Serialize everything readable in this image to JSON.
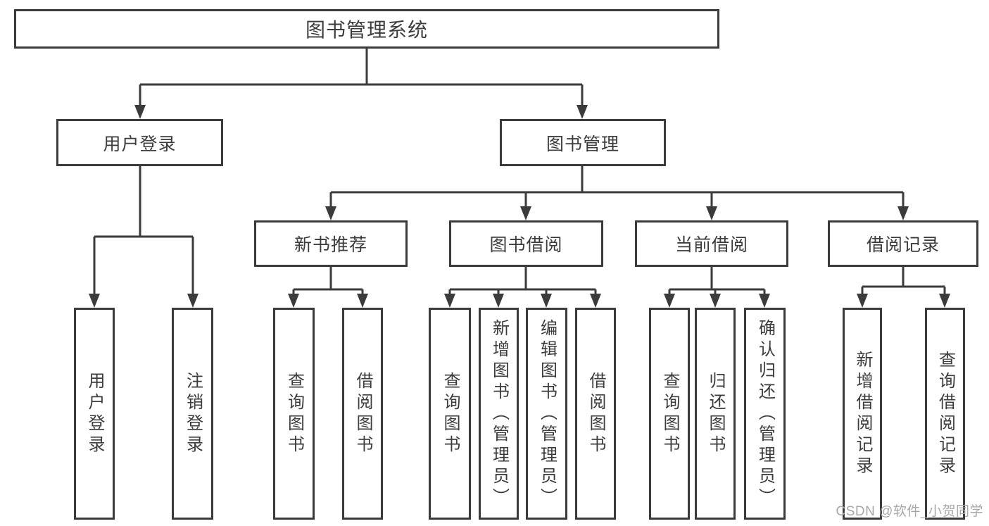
{
  "diagram": {
    "type": "tree",
    "root": "图书管理系统",
    "branches": [
      {
        "label": "用户登录",
        "children": [
          "用户登录",
          "注销登录"
        ]
      },
      {
        "label": "图书管理",
        "groups": [
          {
            "label": "新书推荐",
            "children": [
              "查询图书",
              "借阅图书"
            ]
          },
          {
            "label": "图书借阅",
            "children": [
              "查询图书",
              "新增图书（管理员）",
              "编辑图书（管理员）",
              "借阅图书"
            ]
          },
          {
            "label": "当前借阅",
            "children": [
              "查询图书",
              "归还图书",
              "确认归还（管理员）"
            ]
          },
          {
            "label": "借阅记录",
            "children": [
              "新增借阅记录",
              "查询借阅记录"
            ]
          }
        ]
      }
    ]
  },
  "watermark": {
    "text": "CSDN @软件_小贺同学"
  },
  "colors": {
    "line": "#3b3b3b",
    "text": "#3c3c3c",
    "watermark": "#a8a8a8",
    "background": "#ffffff"
  }
}
